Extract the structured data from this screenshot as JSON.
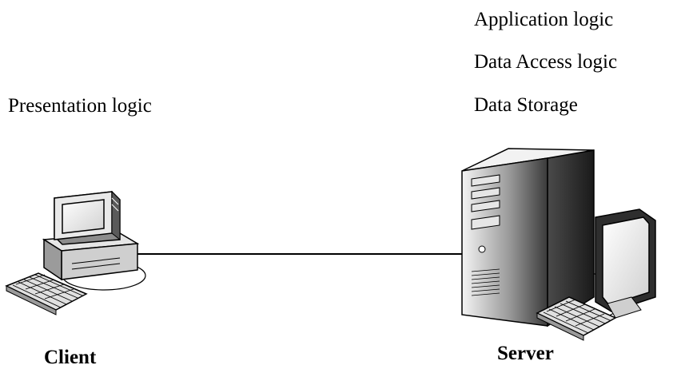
{
  "client": {
    "layer": "Presentation logic",
    "caption": "Client"
  },
  "server": {
    "layers": [
      "Application logic",
      "Data Access logic",
      "Data Storage"
    ],
    "caption": "Server"
  }
}
